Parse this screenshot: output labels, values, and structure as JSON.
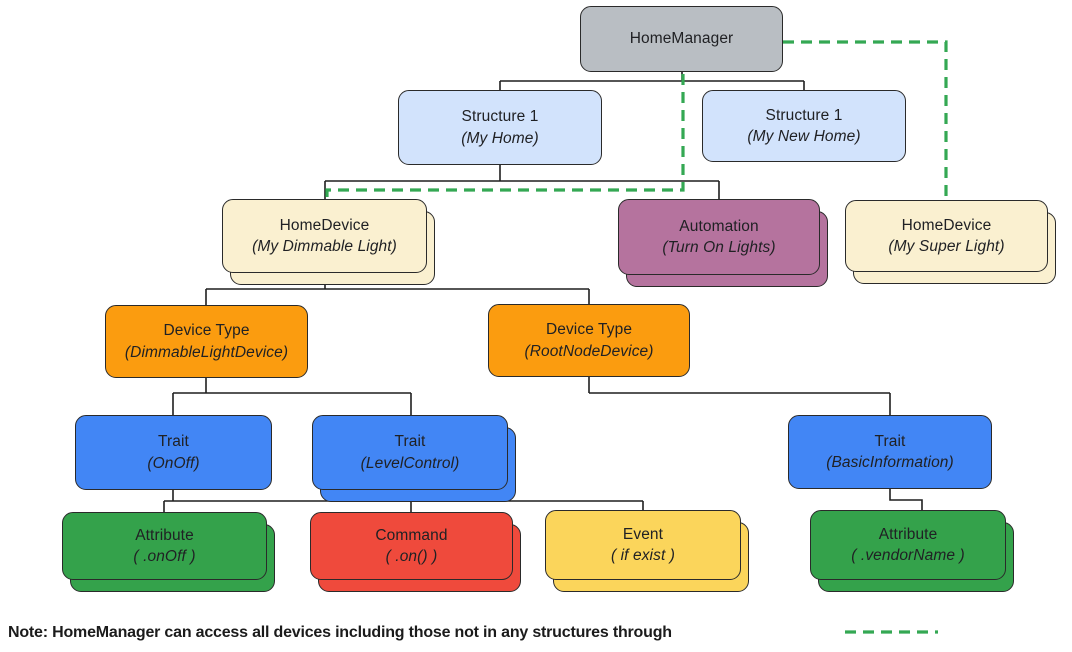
{
  "diagram": {
    "nodes": {
      "home_manager": {
        "title": "HomeManager",
        "subtitle": ""
      },
      "structure_my_home": {
        "title": "Structure 1",
        "subtitle": "(My Home)"
      },
      "structure_my_new_home": {
        "title": "Structure 1",
        "subtitle": "(My New Home)"
      },
      "home_device_dimmable": {
        "title": "HomeDevice",
        "subtitle": "(My Dimmable Light)"
      },
      "automation": {
        "title": "Automation",
        "subtitle": "(Turn On Lights)"
      },
      "home_device_super": {
        "title": "HomeDevice",
        "subtitle": "(My Super Light)"
      },
      "device_type_dimmable": {
        "title": "Device Type",
        "subtitle": "(DimmableLightDevice)"
      },
      "device_type_rootnode": {
        "title": "Device Type",
        "subtitle": "(RootNodeDevice)"
      },
      "trait_onoff": {
        "title": "Trait",
        "subtitle": "(OnOff)"
      },
      "trait_levelcontrol": {
        "title": "Trait",
        "subtitle": "(LevelControl)"
      },
      "trait_basicinformation": {
        "title": "Trait",
        "subtitle": "(BasicInformation)"
      },
      "attribute_onoff": {
        "title": "Attribute",
        "subtitle": "( .onOff )"
      },
      "command_on": {
        "title": "Command",
        "subtitle": "( .on() )"
      },
      "event_if_exist": {
        "title": "Event",
        "subtitle": "( if exist )"
      },
      "attribute_vendorname": {
        "title": "Attribute",
        "subtitle": "( .vendorName )"
      }
    },
    "note": "Note: HomeManager can access all devices including those not in any structures through",
    "colors": {
      "home_manager": "#b9bec3",
      "structure": "#d2e3fc",
      "home_device": "#faf0d0",
      "automation": "#b5739e",
      "device_type": "#fb9c0f",
      "trait": "#4286f5",
      "attribute": "#34a24b",
      "command": "#ef4a3c",
      "event": "#fbd55b",
      "dashed_link": "#34a853",
      "connector": "#1f1f1f",
      "text": "#202124"
    }
  }
}
